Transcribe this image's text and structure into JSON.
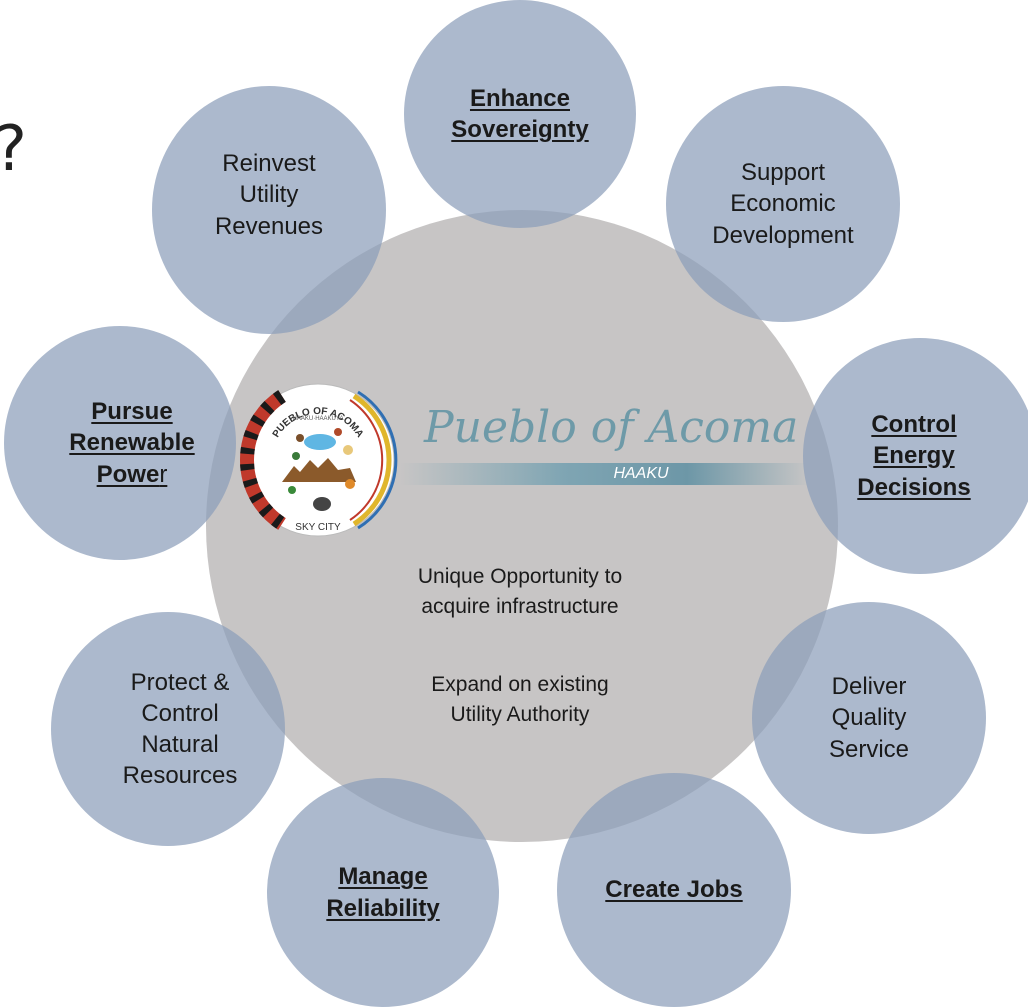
{
  "slide": {
    "question_mark": "?",
    "center": {
      "line1": "Unique Opportunity to",
      "line2": "acquire infrastructure",
      "line3": "Expand on existing",
      "line4": "Utility Authority"
    },
    "logo": {
      "script_text": "Pueblo of Acoma",
      "subtitle": "HAAKU",
      "seal_top_text": "PUEBLO OF ACOMA",
      "seal_small_text": "HAAKU·HAAKUYA",
      "seal_bottom_text": "SKY CITY"
    },
    "nodes": {
      "enhance_sovereignty": [
        "Enhance",
        "Sovereignty"
      ],
      "support_economic_development": [
        "Support",
        "Economic",
        "Development"
      ],
      "control_energy_decisions": [
        "Control",
        "Energy",
        "Decisions"
      ],
      "deliver_quality_service": [
        "Deliver",
        "Quality",
        "Service"
      ],
      "create_jobs": [
        "Create Jobs"
      ],
      "manage_reliability": [
        "Manage",
        "Reliability"
      ],
      "protect_natural_resources": [
        "Protect &",
        "Control",
        "Natural",
        "Resources"
      ],
      "pursue_renewable_power": {
        "line1": "Pursue",
        "line2": "Renewable",
        "line3_bold": "Powe",
        "line3_rest": "r"
      },
      "reinvest_utility_revenues": [
        "Reinvest",
        "Utility",
        "Revenues"
      ]
    }
  },
  "colors": {
    "node_fill": "#8c9eba",
    "center_fill": "#a5a2a2",
    "logo_teal": "#6e9aa8"
  }
}
